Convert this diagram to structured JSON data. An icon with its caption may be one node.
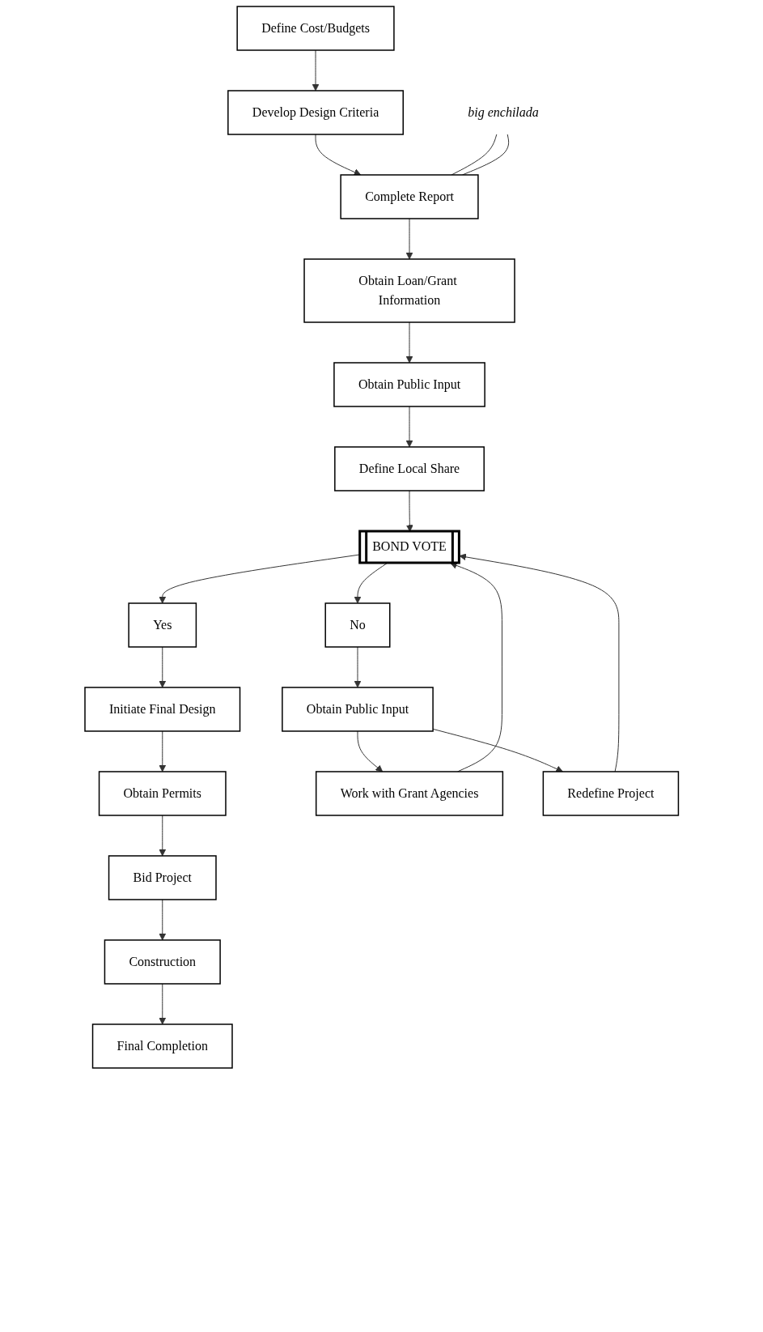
{
  "diagram": {
    "nodes": [
      {
        "text": [
          "Define Cost/Budgets"
        ]
      },
      {
        "text": [
          "Develop Design Criteria"
        ]
      },
      {
        "text": [
          "Complete Report"
        ]
      },
      {
        "text": [
          "big enchilada"
        ]
      },
      {
        "text": [
          "Obtain Loan/Grant Information"
        ]
      },
      {
        "text": [
          "Obtain Public Input"
        ]
      },
      {
        "text": [
          "Define Local Share"
        ]
      },
      {
        "text": [
          "BOND VOTE"
        ]
      },
      {
        "text": [
          "Yes"
        ]
      },
      {
        "text": [
          "No"
        ]
      },
      {
        "text": [
          "Initiate Final Design"
        ]
      },
      {
        "text": [
          "Obtain Public Input"
        ]
      },
      {
        "text": [
          "Obtain Permits"
        ]
      },
      {
        "text": [
          "Work with Grant Agencies"
        ]
      },
      {
        "text": [
          "Redefine Project"
        ]
      },
      {
        "text": [
          "Bid Project"
        ]
      },
      {
        "text": [
          "Construction"
        ]
      },
      {
        "text": [
          "Final Completion"
        ]
      }
    ],
    "edges": [
      {
        "from": 0,
        "to": 1,
        "arrow": "to"
      },
      {
        "from": 1,
        "to": 2,
        "arrow": "to"
      },
      {
        "from": 3,
        "to": 2,
        "arrow": "none"
      },
      {
        "from": 3,
        "to": 2,
        "arrow": "none"
      },
      {
        "from": 2,
        "to": 4,
        "arrow": "to"
      },
      {
        "from": 4,
        "to": 5,
        "arrow": "to"
      },
      {
        "from": 5,
        "to": 6,
        "arrow": "to"
      },
      {
        "from": 6,
        "to": 7,
        "arrow": "to"
      },
      {
        "from": 7,
        "to": 8,
        "arrow": "to"
      },
      {
        "from": 7,
        "to": 9,
        "arrow": "to"
      },
      {
        "from": 8,
        "to": 10,
        "arrow": "to"
      },
      {
        "from": 9,
        "to": 11,
        "arrow": "to"
      },
      {
        "from": 10,
        "to": 12,
        "arrow": "to"
      },
      {
        "from": 11,
        "to": 13,
        "arrow": "to"
      },
      {
        "from": 11,
        "to": 14,
        "arrow": "to"
      },
      {
        "from": 13,
        "to": 7,
        "arrow": "to"
      },
      {
        "from": 14,
        "to": 7,
        "arrow": "to"
      },
      {
        "from": 12,
        "to": 15,
        "arrow": "to"
      },
      {
        "from": 15,
        "to": 16,
        "arrow": "to"
      },
      {
        "from": 16,
        "to": 17,
        "arrow": "to"
      }
    ]
  }
}
